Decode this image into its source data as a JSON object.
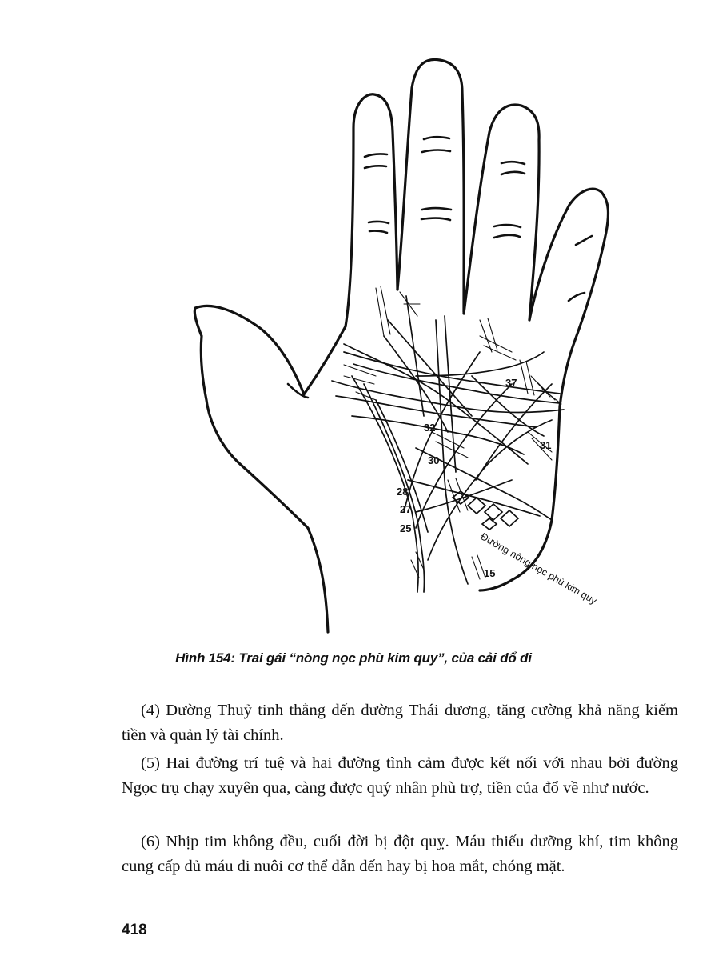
{
  "figure": {
    "labels": {
      "n37": "37",
      "n32": "32",
      "n31": "31",
      "n30": "30",
      "n28": "28",
      "n27": "27",
      "n25": "25",
      "n15": "15"
    },
    "line_label": "Đường nòng nọc phù kim quy",
    "caption": "Hình 154: Trai gái “nòng nọc phù kim quy”, của cải đổ đi"
  },
  "paragraphs": [
    "(4) Đường Thuỷ tinh thẳng đến đường Thái dương, tăng cường khả năng kiếm tiền và quản lý tài chính.",
    "(5) Hai đường trí tuệ và hai đường tình cảm được kết nối với nhau bởi đường Ngọc trụ chạy xuyên qua, càng được quý nhân phù trợ, tiền của đổ về như nước.",
    "(6) Nhịp tim không đều, cuối đời bị đột quỵ. Máu thiếu dưỡng khí, tim không cung cấp đủ máu đi nuôi cơ thể dẫn đến hay bị hoa mắt, chóng mặt."
  ],
  "page_number": "418"
}
